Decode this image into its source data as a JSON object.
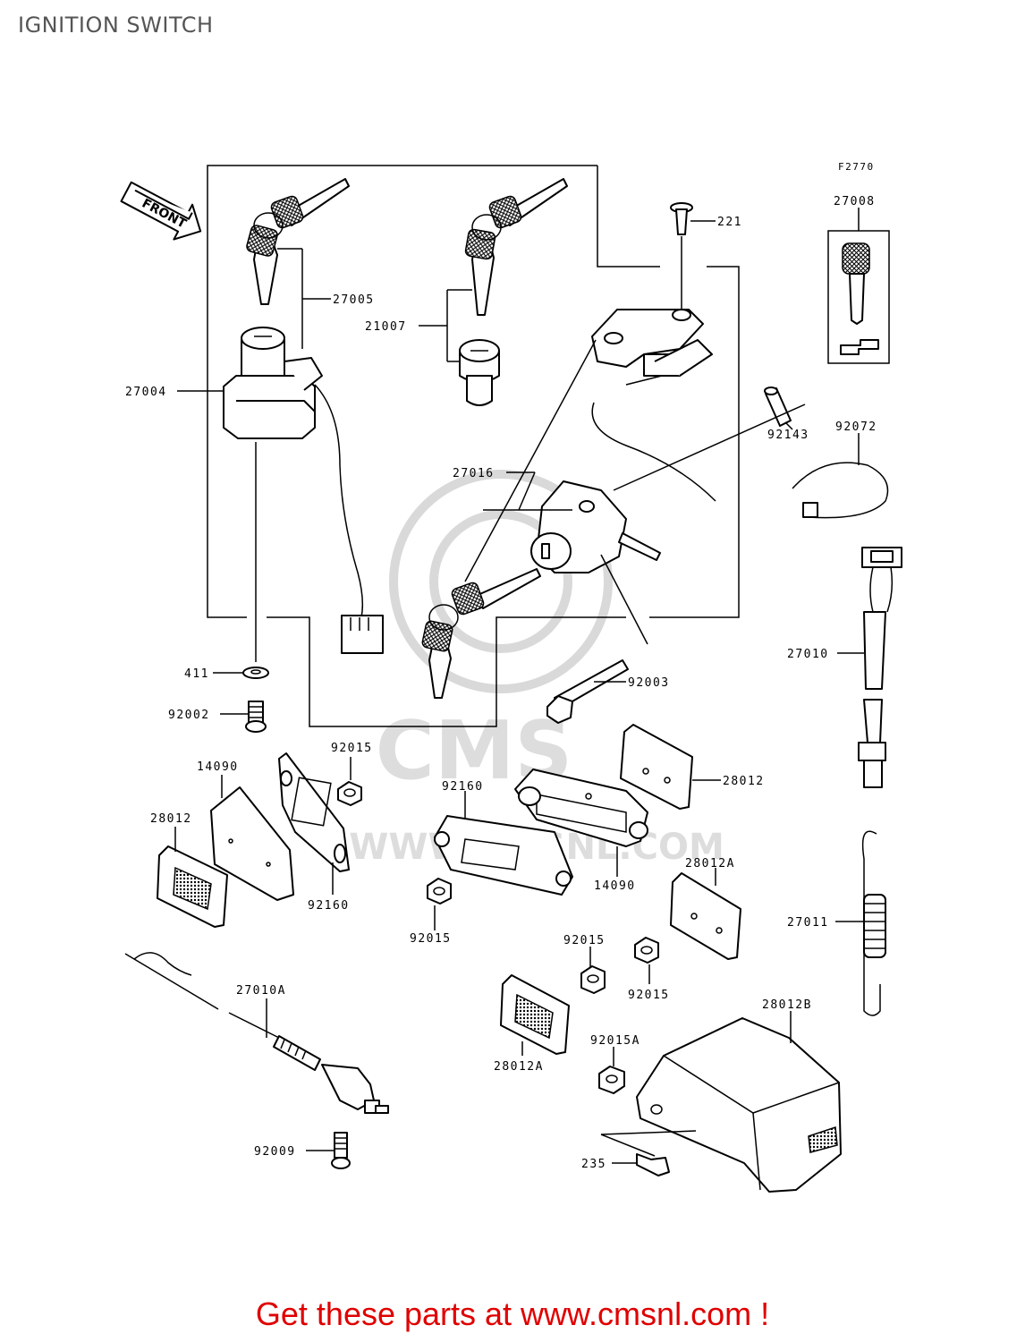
{
  "page_title": "IGNITION SWITCH",
  "figure_code": "F2770",
  "front_label": "FRONT",
  "watermark": {
    "text": "WWW.CMSNL.COM"
  },
  "callouts": [
    "27005",
    "21007",
    "27004",
    "221",
    "27008",
    "92143",
    "92072",
    "27016",
    "27010",
    "411",
    "92003",
    "92002",
    "92015",
    "14090",
    "28012",
    "92160",
    "28012",
    "92160",
    "92015",
    "14090",
    "28012A",
    "27011",
    "92015",
    "92015",
    "27010A",
    "28012B",
    "92015A",
    "28012A",
    "92009",
    "235"
  ],
  "footer_link_text": "Get these parts at www.cmsnl.com !",
  "colors": {
    "link": "#e00000",
    "title": "#555555",
    "ink": "#000000"
  }
}
